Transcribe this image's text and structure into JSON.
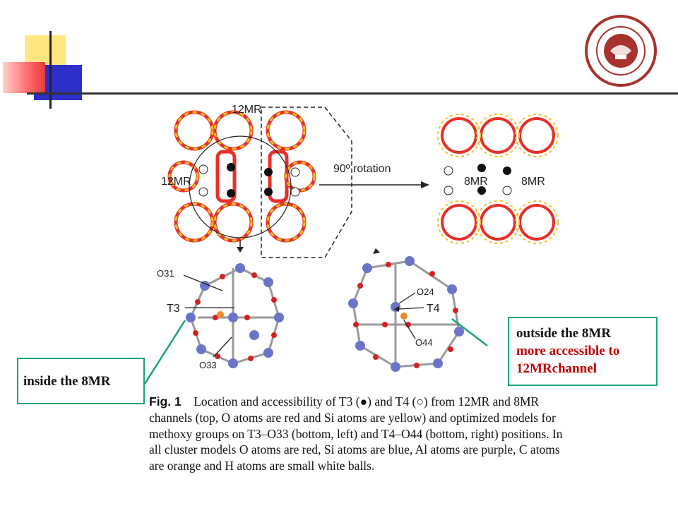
{
  "figure": {
    "top_labels": {
      "top_12mr": "12MR",
      "left_12mr": "12MR",
      "rotation": "90º rotation",
      "right_8mr_a": "8MR",
      "right_8mr_b": "8MR"
    },
    "bottom_labels": {
      "o31": "O31",
      "t3": "T3",
      "o33": "O33",
      "o24": "O24",
      "t4": "T4",
      "o44": "O44"
    }
  },
  "callouts": {
    "inside": "inside the 8MR",
    "outside_line1": "outside the 8MR",
    "outside_line2": "more accessible to",
    "outside_line3": "12MRchannel"
  },
  "caption": {
    "fig_label": "Fig. 1",
    "part1": "Location and accessibility of T3 (",
    "part2": ") and T4 (",
    "part3": ") from 12MR and 8MR channels (top, O atoms are red and Si atoms are yellow) and optimized models for methoxy groups on T3–O33 (bottom, left) and T4–O44 (bottom, right) positions. In all cluster models O atoms are red, Si atoms are blue, Al atoms are purple, C atoms are orange and H atoms are small white balls."
  },
  "colors": {
    "accent_red": "#c00000",
    "callout_border": "#1aa37a",
    "logo_red": "#a8322d"
  }
}
